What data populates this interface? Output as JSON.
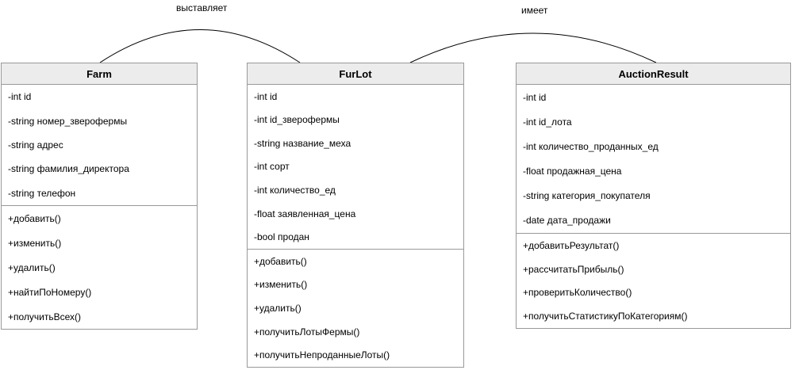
{
  "diagram": {
    "background_color": "#ffffff",
    "border_color": "#999999",
    "header_fill_color": "#ececec",
    "edge_color": "#000000",
    "text_color": "#000000"
  },
  "classes": [
    {
      "name": "Farm",
      "attributes": [
        "-int id",
        "-string номер_зверофермы",
        "-string адрес",
        "-string фамилия_директора",
        "-string телефон"
      ],
      "methods": [
        "+добавить()",
        "+изменить()",
        "+удалить()",
        "+найтиПоНомеру()",
        "+получитьВсех()"
      ]
    },
    {
      "name": "FurLot",
      "attributes": [
        "-int id",
        "-int id_зверофермы",
        "-string название_меха",
        "-int сорт",
        "-int количество_ед",
        "-float заявленная_цена",
        "-bool продан"
      ],
      "methods": [
        "+добавить()",
        "+изменить()",
        "+удалить()",
        "+получитьЛотыФермы()",
        "+получитьНепроданныеЛоты()"
      ]
    },
    {
      "name": "AuctionResult",
      "attributes": [
        "-int id",
        "-int id_лота",
        "-int количество_проданных_ед",
        "-float продажная_цена",
        "-string категория_покупателя",
        "-date дата_продажи"
      ],
      "methods": [
        "+добавитьРезультат()",
        "+рассчитатьПрибыль()",
        "+проверитьКоличество()",
        "+получитьСтатистикуПоКатегориям()"
      ]
    }
  ],
  "relations": [
    {
      "label": "выставляет",
      "from": "Farm",
      "to": "FurLot"
    },
    {
      "label": "имеет",
      "from": "FurLot",
      "to": "AuctionResult"
    }
  ]
}
